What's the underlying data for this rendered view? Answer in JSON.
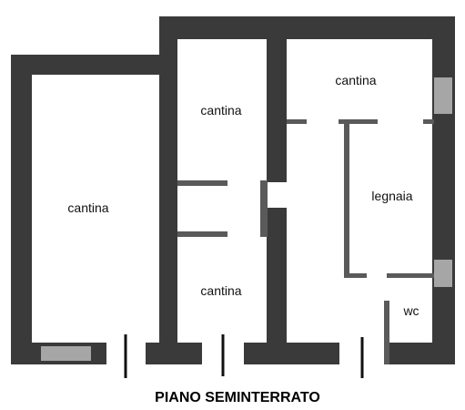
{
  "plan": {
    "title": "PIANO SEMINTERRATO",
    "rooms": {
      "cantina_left": "cantina",
      "cantina_mid_top": "cantina",
      "cantina_mid_bottom": "cantina",
      "cantina_right_top": "cantina",
      "legnaia": "legnaia",
      "wc": "wc"
    }
  },
  "colors": {
    "wall": "#3a3a3a",
    "background": "#ffffff",
    "text": "#111111"
  }
}
